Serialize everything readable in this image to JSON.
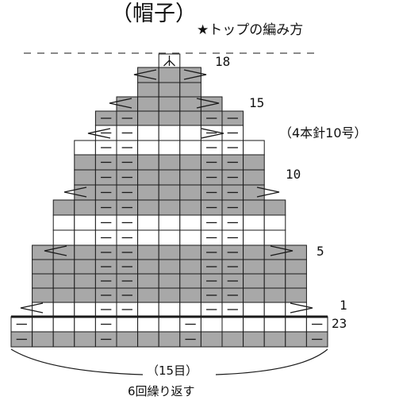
{
  "title": "（帽子）",
  "subtitle": "★トップの編み方",
  "needle_note": "（4本針10号）",
  "repeat_count_label": "（15目）",
  "repeat_note": "6回繰り返す",
  "colors": {
    "main": "#a8a8a8",
    "contrast": "#ffffff",
    "line": "#1a1a1a"
  },
  "symbols": {
    "purl": "purl-bar-icon",
    "k2tog_left": "left-decrease-icon",
    "k2tog_right": "right-decrease-icon",
    "center_3tog": "center-double-decrease-icon"
  },
  "row_labels": [
    "18",
    "15",
    "10",
    "5",
    "1",
    "23"
  ]
}
